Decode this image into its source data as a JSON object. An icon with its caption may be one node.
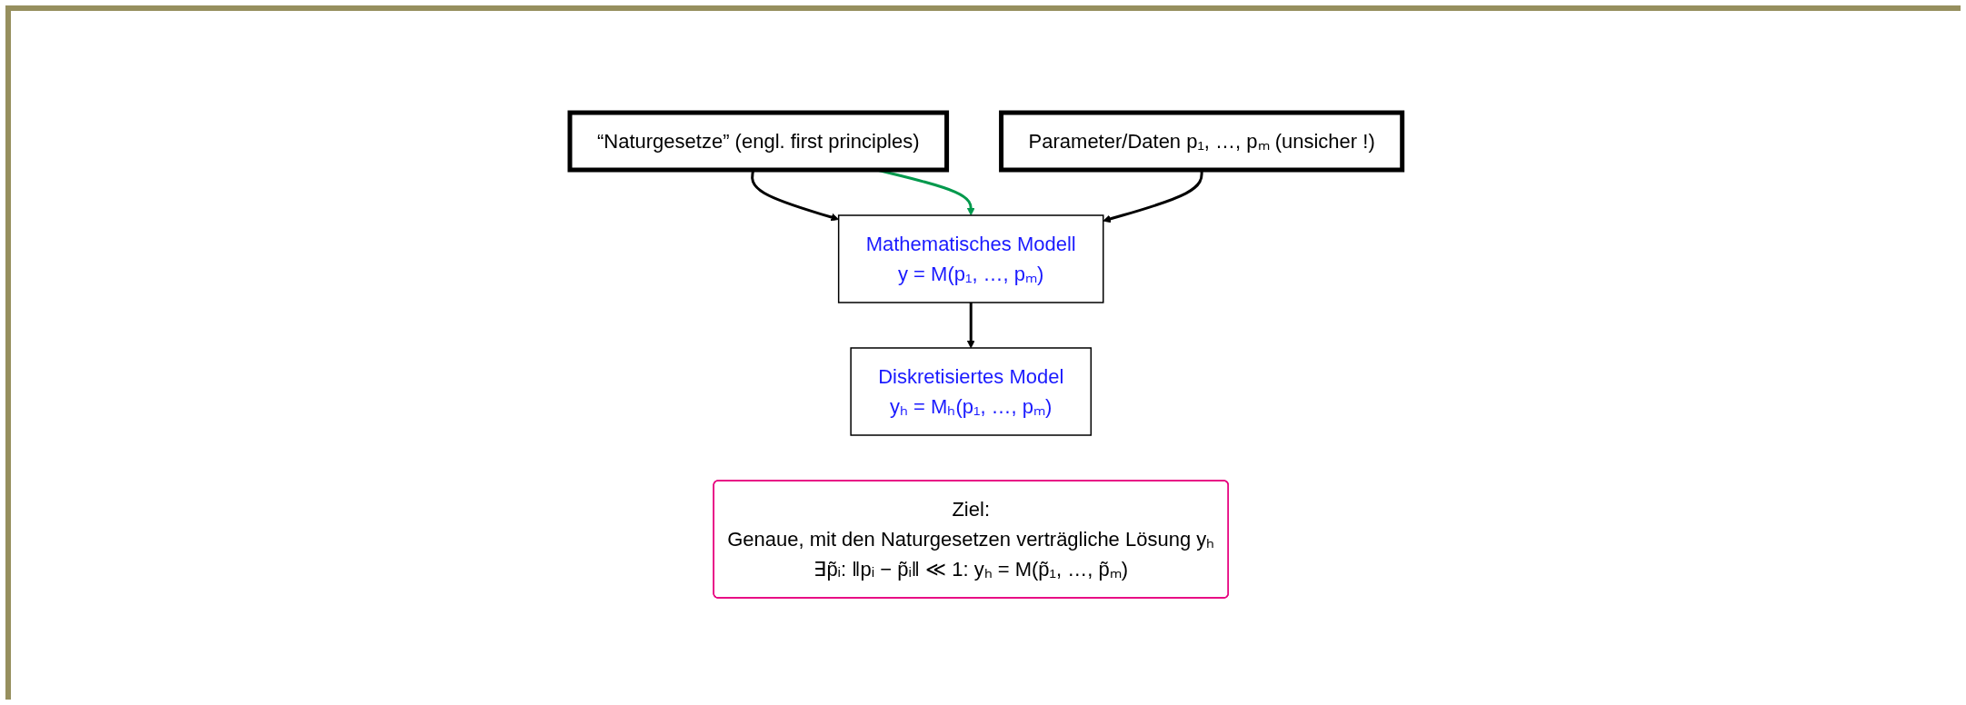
{
  "diagram": {
    "nodes": [
      {
        "text": [
          "“Naturgesetze” (engl. first principles)"
        ]
      },
      {
        "text": [
          "Parameter/Daten p₁, …, pₘ (unsicher !)"
        ]
      },
      {
        "text": [
          "Mathematisches Modell",
          "y = M(p₁, …, pₘ)"
        ]
      },
      {
        "text": [
          "Diskretisiertes Model",
          "yₕ = Mₕ(p₁, …, pₘ)"
        ]
      },
      {
        "text": [
          "Ziel:",
          "Genaue, mit den Naturgesetzen verträgliche Lösung yₕ",
          "∃p̃ᵢ:   ‖pᵢ − p̃ᵢ‖ ≪ 1:   yₕ = M(p̃₁, …, p̃ₘ)"
        ]
      }
    ],
    "edges": [
      {
        "from": 0,
        "to": 2,
        "arrow": "to"
      },
      {
        "from": 1,
        "to": 2,
        "arrow": "to"
      },
      {
        "from": 0,
        "to": 2,
        "arrow": "to",
        "color": "#00994c"
      },
      {
        "from": 2,
        "to": 3,
        "arrow": "to"
      }
    ]
  }
}
